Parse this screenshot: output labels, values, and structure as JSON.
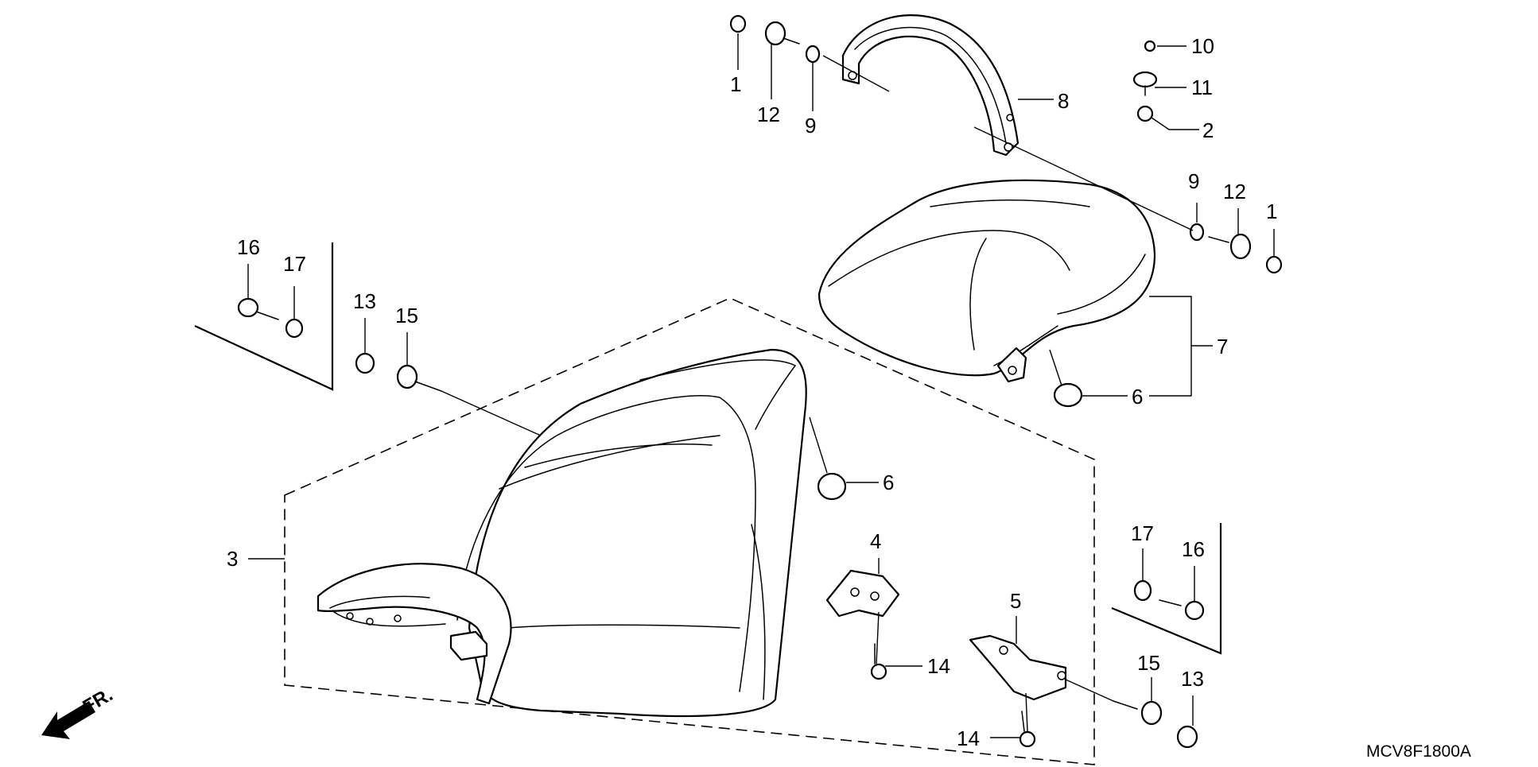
{
  "diagram": {
    "code": "MCV8F1800A",
    "front_arrow": "FR."
  },
  "callouts": [
    {
      "id": "c1a",
      "text": "1"
    },
    {
      "id": "c12a",
      "text": "12"
    },
    {
      "id": "c9a",
      "text": "9"
    },
    {
      "id": "c8",
      "text": "8"
    },
    {
      "id": "c10",
      "text": "10"
    },
    {
      "id": "c11",
      "text": "11"
    },
    {
      "id": "c2",
      "text": "2"
    },
    {
      "id": "c9b",
      "text": "9"
    },
    {
      "id": "c12b",
      "text": "12"
    },
    {
      "id": "c1b",
      "text": "1"
    },
    {
      "id": "c7",
      "text": "7"
    },
    {
      "id": "c6a",
      "text": "6"
    },
    {
      "id": "c16a",
      "text": "16"
    },
    {
      "id": "c17a",
      "text": "17"
    },
    {
      "id": "c13a",
      "text": "13"
    },
    {
      "id": "c15a",
      "text": "15"
    },
    {
      "id": "c6b",
      "text": "6"
    },
    {
      "id": "c3",
      "text": "3"
    },
    {
      "id": "c4",
      "text": "4"
    },
    {
      "id": "c14a",
      "text": "14"
    },
    {
      "id": "c5",
      "text": "5"
    },
    {
      "id": "c14b",
      "text": "14"
    },
    {
      "id": "c17b",
      "text": "17"
    },
    {
      "id": "c16b",
      "text": "16"
    },
    {
      "id": "c15b",
      "text": "15"
    },
    {
      "id": "c13b",
      "text": "13"
    }
  ]
}
